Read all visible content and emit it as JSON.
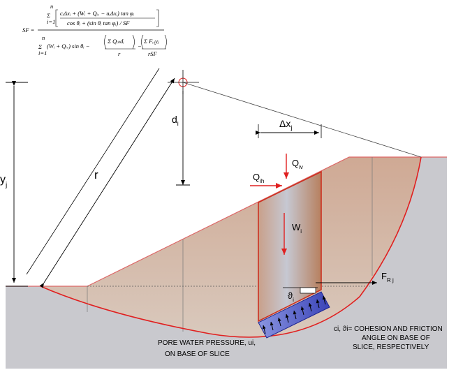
{
  "formula": {
    "lhs": "SF =",
    "num_sum_top": "n",
    "num_sum_bottom": "i=1",
    "num_term": "cᵢΔxᵢ + (Wᵢ + Qᵢᵥ − uᵢΔxᵢ) tan φᵢ",
    "num_denom": "cos θᵢ + (sin θᵢ tan φᵢ) / SF",
    "den_sum_top": "n",
    "den_sum_bottom": "i=1",
    "den_term1": "(Wᵢ + Qᵢᵥ) sin θᵢ −",
    "den_term2": "Σ Qᵢₕdᵢ",
    "den_term2_under": "r",
    "den_minus": "−",
    "den_term3": "Σ Fᵣⱼyⱼ",
    "den_term3_under": "rSF"
  },
  "labels": {
    "r": "r",
    "d_main": "d",
    "d_sub": "i",
    "y_main": "y",
    "y_sub": "j",
    "dx_main": "Δx",
    "dx_sub": "j",
    "qiv_main": "Q",
    "qiv_sub": "iv",
    "qih_main": "Q",
    "qih_sub": "ih",
    "w_main": "W",
    "w_sub": "i",
    "fr_main": "F",
    "fr_sub": "R j",
    "theta_main": "ϑ",
    "theta_sub": "i"
  },
  "notes": {
    "pore_line1": "PORE WATER PRESSURE, ui,",
    "pore_line2": "ON BASE OF SLICE",
    "coh_line1": "ci, ϑi= COHESION AND FRICTION",
    "coh_line2": "ANGLE ON BASE OF",
    "coh_line3": "SLICE, RESPECTIVELY"
  },
  "colors": {
    "soil": "#d3b9a6",
    "ground": "#c8c8cc",
    "slip_surface": "#e02020",
    "slice_edge": "#cc3020",
    "pressure": "#2a32a8"
  }
}
